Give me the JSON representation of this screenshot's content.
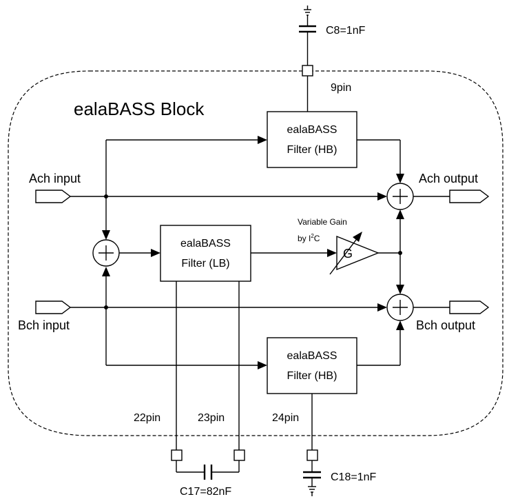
{
  "block": {
    "title": "ealaBASS Block"
  },
  "filters": {
    "hb_top": {
      "line1": "ealaBASS",
      "line2": "Filter (HB)"
    },
    "lb": {
      "line1": "ealaBASS",
      "line2": "Filter (LB)"
    },
    "hb_bottom": {
      "line1": "ealaBASS",
      "line2": "Filter (HB)"
    }
  },
  "ports": {
    "ach_input": "Ach input",
    "bch_input": "Bch input",
    "ach_output": "Ach output",
    "bch_output": "Bch output"
  },
  "gain": {
    "symbol": "G",
    "label_line1": "Variable Gain",
    "label_prefix": "by I",
    "label_sup": "2",
    "label_suffix": "C"
  },
  "pins": {
    "pin9": "9pin",
    "pin22": "22pin",
    "pin23": "23pin",
    "pin24": "24pin"
  },
  "capacitors": {
    "c8": "C8=1nF",
    "c17": "C17=82nF",
    "c18": "C18=1nF"
  },
  "colors": {
    "line": "#000000",
    "background": "#ffffff"
  }
}
